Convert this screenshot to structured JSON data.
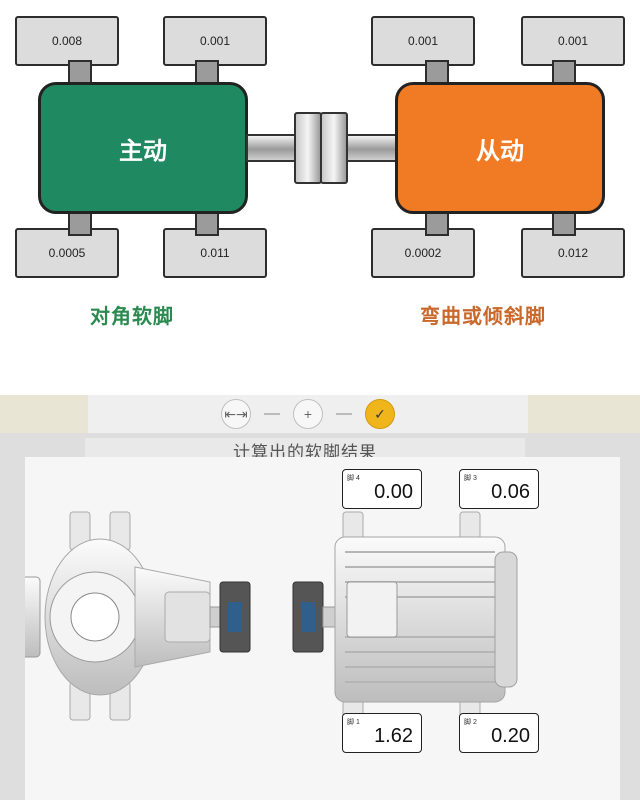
{
  "diagram": {
    "drive": {
      "label": "主动",
      "color": "#1f8a62"
    },
    "driven": {
      "label": "从动",
      "color": "#f07b24"
    },
    "drive_feet": [
      "0.008",
      "0.001",
      "0.0005",
      "0.011"
    ],
    "driven_feet": [
      "0.001",
      "0.001",
      "0.0002",
      "0.012"
    ],
    "caption_left": {
      "text": "对角软脚",
      "color": "#2a8a4f"
    },
    "caption_right": {
      "text": "弯曲或倾斜脚",
      "color": "#c9682a"
    }
  },
  "app": {
    "toolbar": {
      "buttons": [
        {
          "icon": "measure-distance-icon",
          "glyph": "⇤⇥"
        },
        {
          "icon": "crosshair-icon",
          "glyph": "+"
        },
        {
          "icon": "softfoot-check-icon",
          "glyph": "✓"
        }
      ],
      "active_index": 2
    },
    "title": "计算出的软脚结果",
    "readouts": [
      {
        "label": "脚 4",
        "value": "0.00"
      },
      {
        "label": "脚 3",
        "value": "0.06"
      },
      {
        "label": "脚 1",
        "value": "1.62"
      },
      {
        "label": "脚 2",
        "value": "0.20"
      }
    ]
  }
}
